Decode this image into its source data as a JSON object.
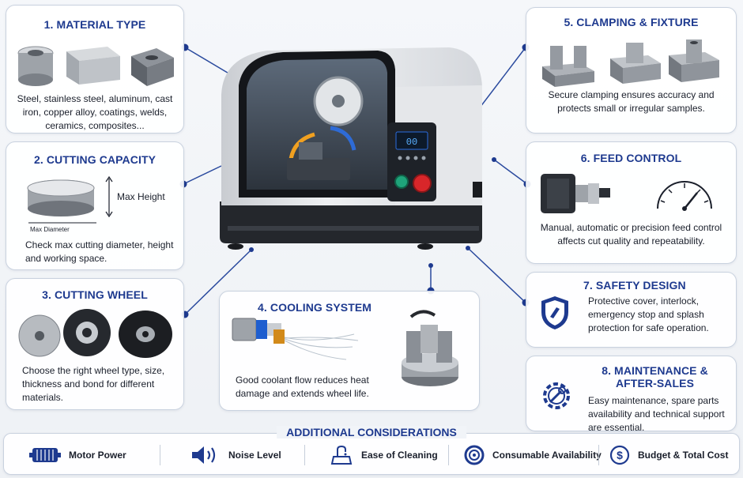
{
  "cards": {
    "material": {
      "title": "1. MATERIAL TYPE",
      "desc": "Steel, stainless steel, aluminum, cast iron, copper alloy, coatings, welds, ceramics, composites..."
    },
    "capacity": {
      "title": "2. CUTTING CAPACITY",
      "max_height": "Max Height",
      "max_diameter": "Max Diameter",
      "desc": "Check max cutting diameter, height and working space."
    },
    "wheel": {
      "title": "3. CUTTING WHEEL",
      "desc": "Choose the right wheel type, size, thickness and bond for different materials."
    },
    "cooling": {
      "title": "4. COOLING SYSTEM",
      "desc": "Good coolant flow reduces heat damage and extends wheel life."
    },
    "clamping": {
      "title": "5. CLAMPING & FIXTURE",
      "desc": "Secure clamping ensures accuracy and protects small or irregular samples."
    },
    "feed": {
      "title": "6. FEED CONTROL",
      "desc": "Manual, automatic or precision feed control affects cut quality and repeatability."
    },
    "safety": {
      "title": "7. SAFETY DESIGN",
      "desc": "Protective cover, interlock, emergency stop and splash protection for safe operation."
    },
    "maintenance": {
      "title_line1": "8. MAINTENANCE &",
      "title_line2": "AFTER-SALES",
      "desc": "Easy maintenance, spare parts availability and technical support are essential."
    }
  },
  "additional": {
    "title": "ADDITIONAL CONSIDERATIONS",
    "items": [
      {
        "label": "Motor Power",
        "icon": "motor-icon"
      },
      {
        "label": "Noise Level",
        "icon": "speaker-icon"
      },
      {
        "label": "Ease of Cleaning",
        "icon": "cleaning-icon"
      },
      {
        "label": "Consumable Availability",
        "icon": "consumable-icon"
      },
      {
        "label": "Budget & Total Cost",
        "icon": "dollar-icon"
      }
    ]
  },
  "machine": {
    "display": "00"
  },
  "colors": {
    "accent": "#1e3a8f",
    "connector": "#2a4a9e",
    "estop": "#d8262a",
    "start": "#1fa37a",
    "coolant": "#f0a020"
  }
}
